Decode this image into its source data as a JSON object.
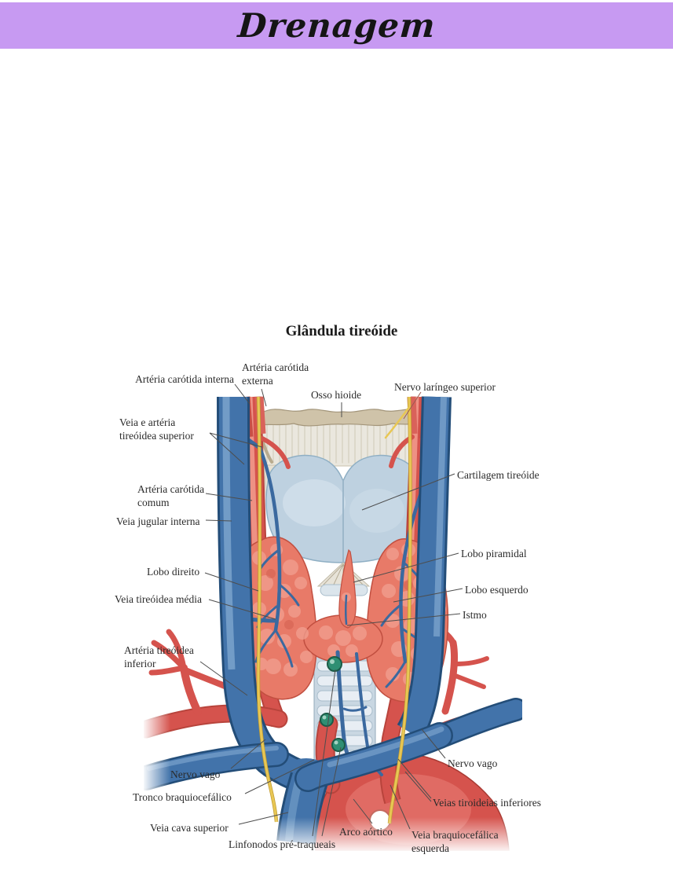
{
  "header": {
    "title": "Drenagem"
  },
  "figure": {
    "title": "Glândula tireóide",
    "labels": [
      {
        "id": "osso-hioide",
        "text": "Osso hioide"
      },
      {
        "id": "arteria-carotida-interna",
        "text": "Artéria carótida interna"
      },
      {
        "id": "arteria-carotida-externa",
        "text": "Artéria carótida\nexterna"
      },
      {
        "id": "nervo-laringeo-superior",
        "text": "Nervo laríngeo superior"
      },
      {
        "id": "veia-e-arteria-tireoidea-superior",
        "text": "Veia e artéria\ntireóidea superior"
      },
      {
        "id": "arteria-carotida-comum",
        "text": "Artéria carótida\ncomum"
      },
      {
        "id": "veia-jugular-interna",
        "text": "Veia jugular interna"
      },
      {
        "id": "lobo-direito",
        "text": "Lobo direito"
      },
      {
        "id": "veia-tireoidea-media",
        "text": "Veia tireóidea média"
      },
      {
        "id": "arteria-tireoidea-inferior",
        "text": "Artéria tireóidea\ninferior"
      },
      {
        "id": "cartilagem-tireoide",
        "text": "Cartilagem tireóide"
      },
      {
        "id": "lobo-piramidal",
        "text": "Lobo piramidal"
      },
      {
        "id": "lobo-esquerdo",
        "text": "Lobo esquerdo"
      },
      {
        "id": "istmo",
        "text": "Istmo"
      },
      {
        "id": "nervo-vago-esquerdo",
        "text": "Nervo vago"
      },
      {
        "id": "tronco-braquiocefalico",
        "text": "Tronco braquiocefálico"
      },
      {
        "id": "veia-cava-superior",
        "text": "Veia cava superior"
      },
      {
        "id": "linfonodos-pre-traqueais",
        "text": "Linfonodos pré-traqueais"
      },
      {
        "id": "arco-aortico",
        "text": "Arco aórtico"
      },
      {
        "id": "veia-braquiocefalica-esquerda",
        "text": "Veia braquiocefálica\nesquerda"
      },
      {
        "id": "nervo-vago-direito",
        "text": "Nervo vago"
      },
      {
        "id": "veias-tiroideias-inferiores",
        "text": "Veias tiroideias inferiores"
      }
    ]
  },
  "colors": {
    "banner": "#c79af2",
    "vein": "#4273aa",
    "artery": "#d5534d",
    "thyroid": "#e87a68",
    "cartilage": "#bed1e0",
    "bone": "#cfc3a9",
    "nerve": "#e8c754",
    "lymph": "#2f8f73",
    "ink": "#2b2b2b"
  }
}
